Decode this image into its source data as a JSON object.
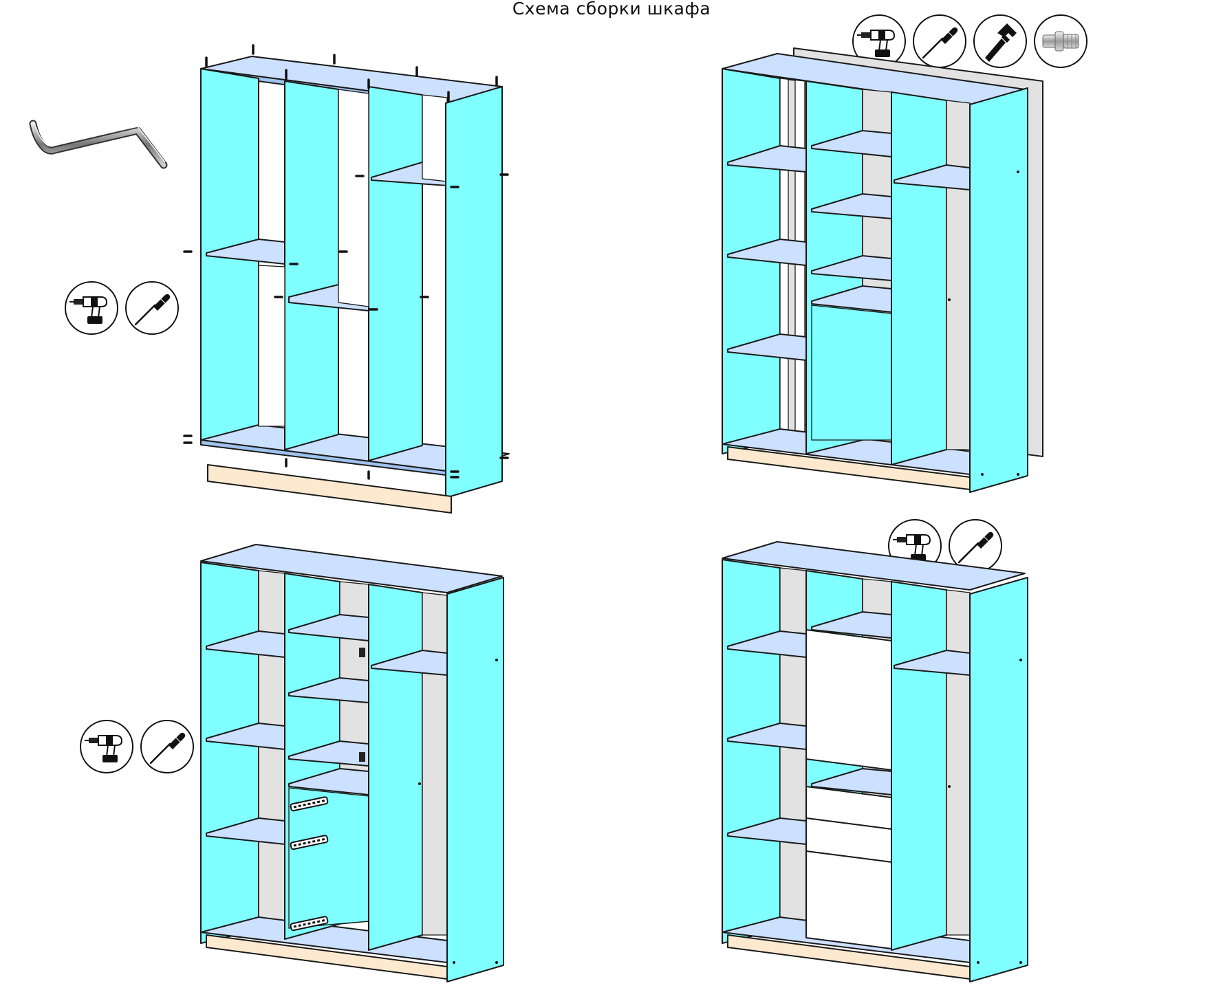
{
  "title": "Схема сборки шкафа",
  "colors": {
    "panel_cyan": "#7fffff",
    "shelf_blue": "#cce0ff",
    "back_grey": "#e2e2e2",
    "plinth_beige": "#fde9d0",
    "outline": "#1a1a1a",
    "door_white": "#ffffff"
  },
  "steps": [
    {
      "name": "step-1",
      "tools": [
        "drill-icon",
        "screwdriver-icon"
      ],
      "extras": [
        "hex-key-icon",
        "plinth-board"
      ]
    },
    {
      "name": "step-2",
      "tools": [
        "drill-icon",
        "screwdriver-icon",
        "hammer-icon",
        "dowel-icon"
      ],
      "extras": [
        "back-panel"
      ]
    },
    {
      "name": "step-3",
      "tools": [
        "drill-icon",
        "screwdriver-icon"
      ],
      "extras": [
        "drawer-runners",
        "hinge-plates"
      ]
    },
    {
      "name": "step-4",
      "tools": [
        "drill-icon",
        "screwdriver-icon"
      ],
      "extras": [
        "door-panel",
        "drawer-fronts"
      ]
    }
  ]
}
